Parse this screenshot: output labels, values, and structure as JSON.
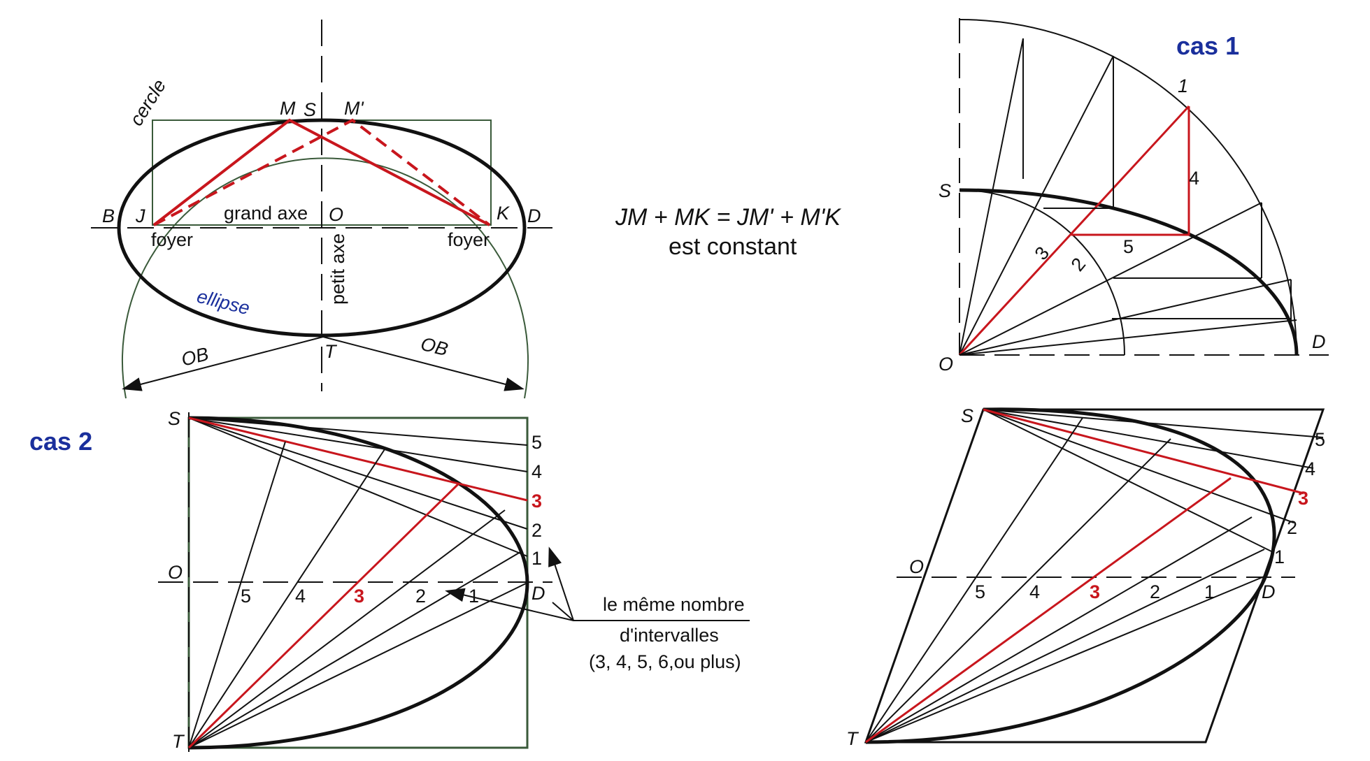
{
  "colors": {
    "red": "#c8161d",
    "blue": "#1a2f9c",
    "green": "#3a5a3a",
    "black": "#111111"
  },
  "top_left": {
    "cercle": "cercle",
    "ellipse": "ellipse",
    "M": "M",
    "S": "S",
    "Mp": "M'",
    "B": "B",
    "J": "J",
    "O": "O",
    "K": "K",
    "D": "D",
    "grand_axe": "grand axe",
    "petit_axe": "petit axe",
    "foyer_left": "foyer",
    "foyer_right": "foyer",
    "T": "T",
    "OB_left": "OB",
    "OB_right": "OB"
  },
  "formula": {
    "line1": "JM + MK = JM' + M'K",
    "line2": "est constant"
  },
  "cas1": {
    "title": "cas 1",
    "S": "S",
    "O": "O",
    "D": "D",
    "n1": "1",
    "n2": "2",
    "n3": "3",
    "n4": "4",
    "n5": "5"
  },
  "cas2": {
    "title": "cas 2",
    "S": "S",
    "O": "O",
    "D": "D",
    "T": "T",
    "r5": "5",
    "r4": "4",
    "r3": "3",
    "r2": "2",
    "r1": "1",
    "a5": "5",
    "a4": "4",
    "a3": "3",
    "a2": "2",
    "a1": "1"
  },
  "note": {
    "line1": "le même nombre",
    "line2": "d'intervalles",
    "line3": "(3, 4, 5, 6,ou plus)"
  },
  "bottom_right": {
    "S": "S",
    "O": "O",
    "D": "D",
    "T": "T",
    "r5": "5",
    "r4": "4",
    "r3": "3",
    "r2": "2",
    "r1": "1",
    "a5": "5",
    "a4": "4",
    "a3": "3",
    "a2": "2",
    "a1": "1"
  }
}
